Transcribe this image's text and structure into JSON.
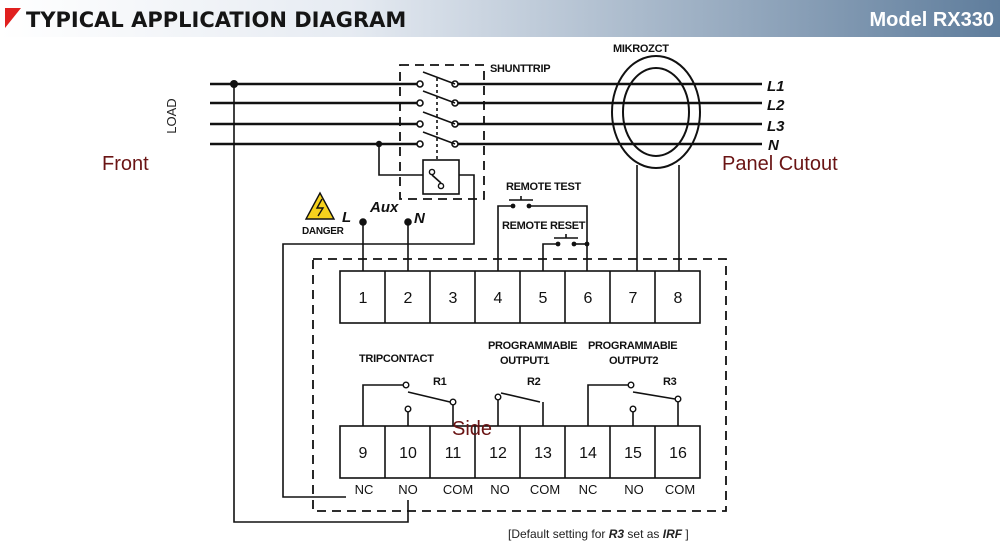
{
  "header": {
    "title": "TYPICAL APPLICATION DIAGRAM",
    "model": "Model RX330"
  },
  "labels": {
    "load": "LOAD",
    "front": "Front",
    "panel_cutout": "Panel Cutout",
    "side": "Side",
    "shunt_trip": "SHUNTTRIP",
    "mikro_zct": "MIKROZCT",
    "remote_test": "REMOTE TEST",
    "remote_reset": "REMOTE RESET",
    "danger": "DANGER",
    "aux": "Aux",
    "aux_l": "L",
    "aux_n": "N",
    "trip_contact": "TRIPCONTACT",
    "prog_output1_a": "PROGRAMMABlE",
    "prog_output1_b": "OUTPUT1",
    "prog_output2_a": "PROGRAMMABlE",
    "prog_output2_b": "OUTPUT2",
    "r1": "R1",
    "r2": "R2",
    "r3": "R3"
  },
  "phases": [
    "L1",
    "L2",
    "L3",
    "N"
  ],
  "terminals_top": [
    "1",
    "2",
    "3",
    "4",
    "5",
    "6",
    "7",
    "8"
  ],
  "terminals_bottom": [
    "9",
    "10",
    "11",
    "12",
    "13",
    "14",
    "15",
    "16"
  ],
  "terminal_functions": [
    "NC",
    "NO",
    "COM",
    "NO",
    "COM",
    "NC",
    "NO",
    "COM"
  ],
  "footnote": {
    "prefix": "[Default setting for ",
    "relay": "R3",
    "middle": " set as ",
    "value": "IRF",
    "suffix": " ]"
  },
  "colors": {
    "accent_red": "#e0201f",
    "label_red": "#6a1414",
    "danger_yellow": "#f6d21d",
    "header_blue": "#5f7d9c"
  }
}
